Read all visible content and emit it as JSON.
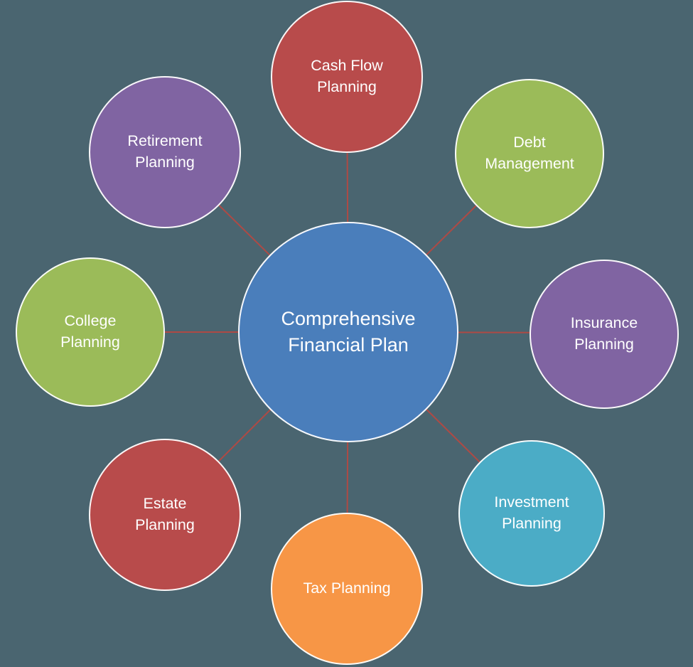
{
  "diagram": {
    "title": "Comprehensive Financial Plan",
    "background_color": "#4A6570",
    "connector_color": "#AE4A45",
    "text_color": "#FFFFFF",
    "center": {
      "label": "Comprehensive\nFinancial Plan",
      "color": "#4A7EBB"
    },
    "nodes": [
      {
        "id": "cash-flow-planning",
        "label": "Cash Flow\nPlanning",
        "color": "#B84B4B"
      },
      {
        "id": "debt-management",
        "label": "Debt\nManagement",
        "color": "#9BBB59"
      },
      {
        "id": "insurance-planning",
        "label": "Insurance\nPlanning",
        "color": "#8064A2"
      },
      {
        "id": "investment-planning",
        "label": "Investment\nPlanning",
        "color": "#4BACC6"
      },
      {
        "id": "tax-planning",
        "label": "Tax Planning",
        "color": "#F79646"
      },
      {
        "id": "estate-planning",
        "label": "Estate\nPlanning",
        "color": "#B84B4B"
      },
      {
        "id": "college-planning",
        "label": "College\nPlanning",
        "color": "#9BBB59"
      },
      {
        "id": "retirement-planning",
        "label": "Retirement\nPlanning",
        "color": "#8064A2"
      }
    ]
  }
}
